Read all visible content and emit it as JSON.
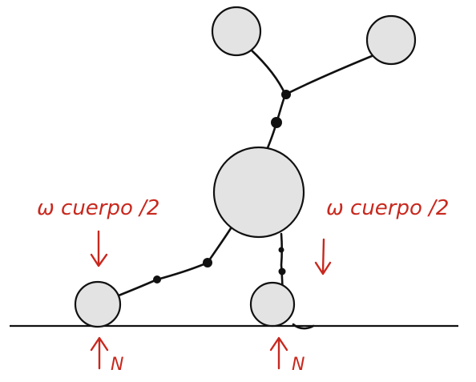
{
  "diagram": {
    "labels": {
      "weight_left": "ω cuerpo /2",
      "weight_right": "ω cuerpo /2",
      "normal_left": "N",
      "normal_right": "N"
    },
    "colors": {
      "force": "#c8281e",
      "ink": "#111111",
      "node_fill": "#e3e3e3",
      "background": "#ffffff"
    }
  }
}
